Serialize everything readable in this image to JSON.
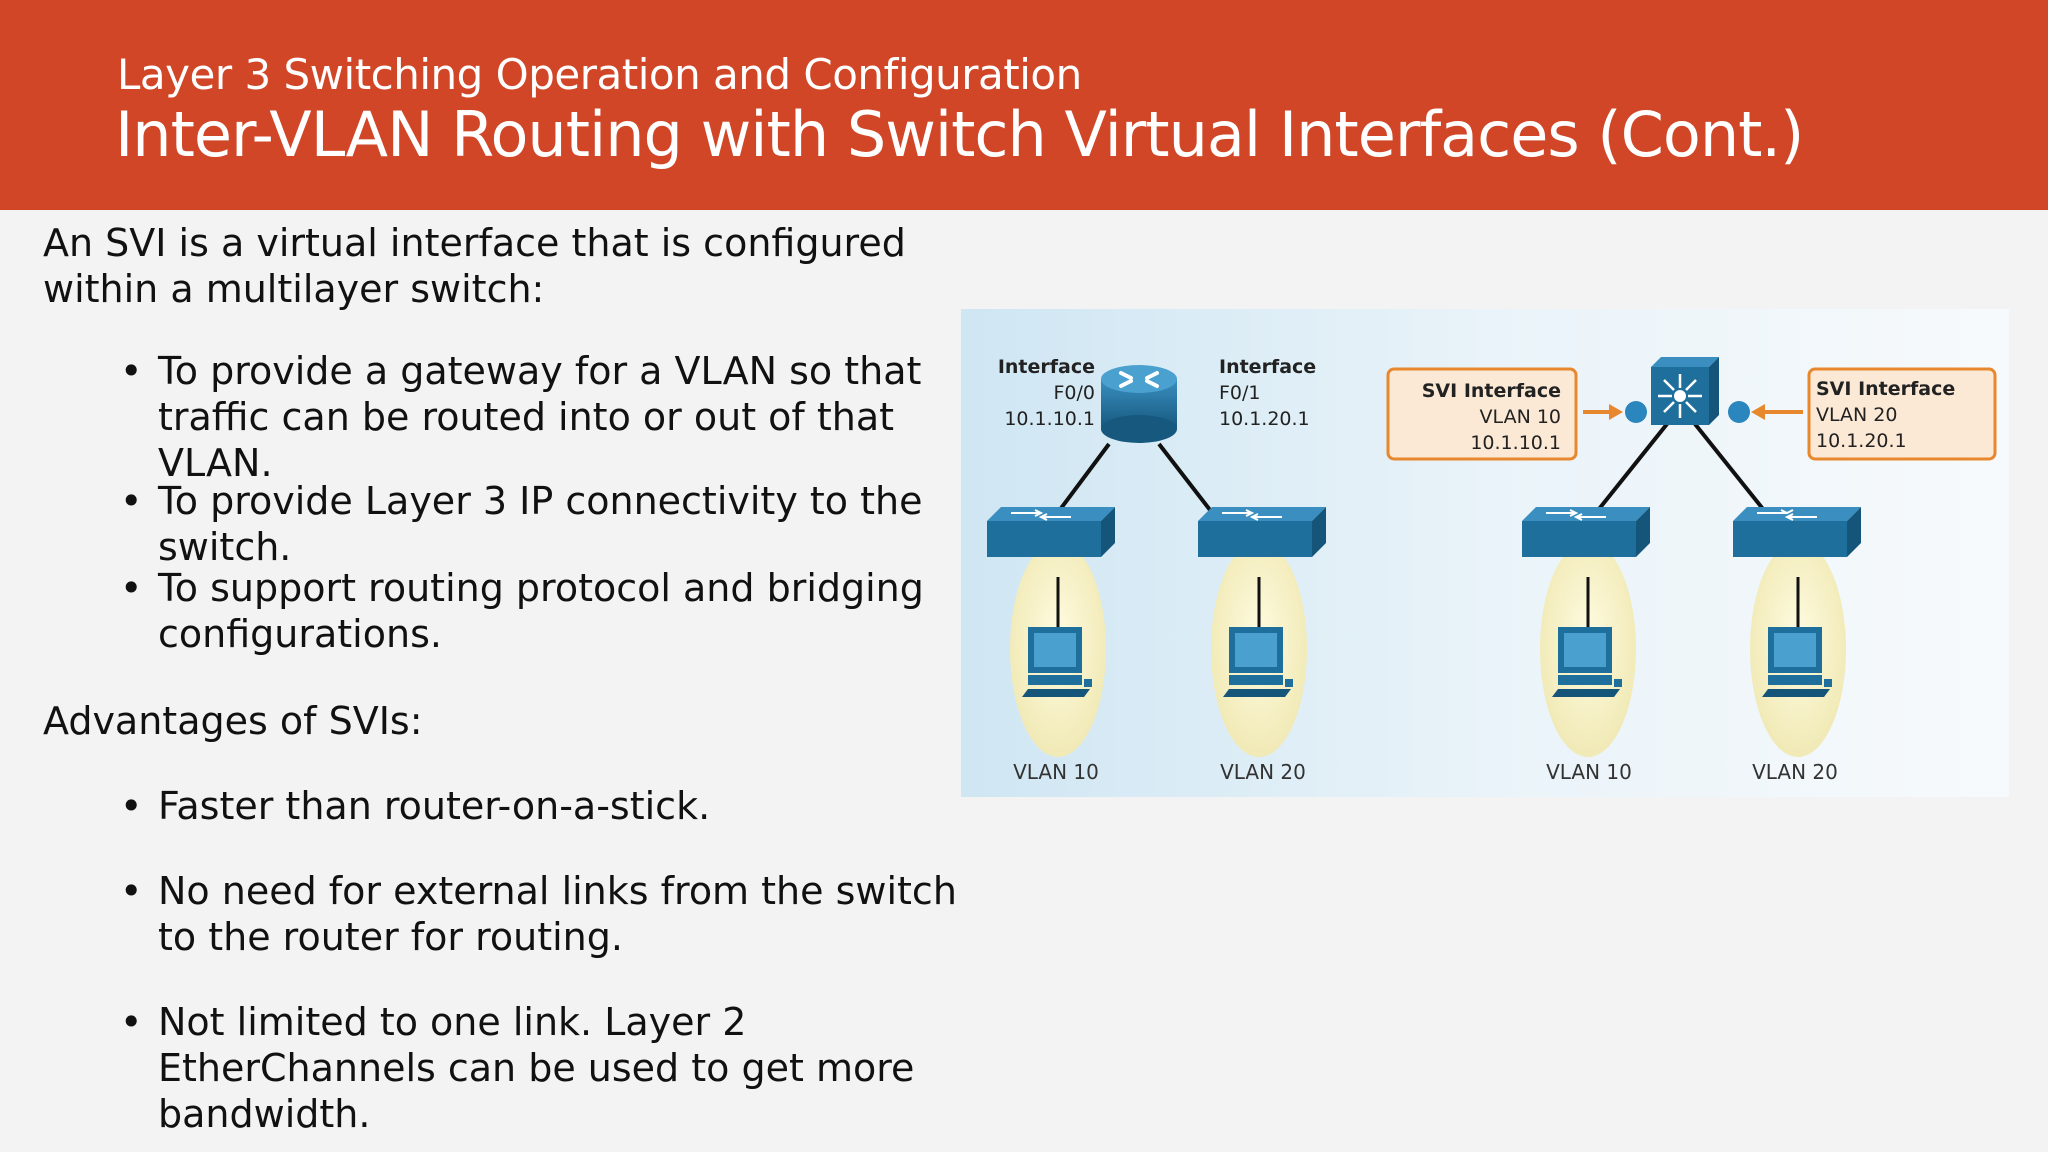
{
  "header": {
    "subtitle": "Layer 3 Switching Operation and Configuration",
    "title": "Inter-VLAN Routing with Switch Virtual Interfaces (Cont.)"
  },
  "body": {
    "intro": "An SVI is a virtual interface that is configured within a multilayer switch:",
    "intro_bullets": [
      "To provide a gateway for a VLAN so that traffic can be routed into or out of that VLAN.",
      "To provide Layer 3 IP connectivity to the switch.",
      "To support routing protocol and bridging configurations."
    ],
    "advantages_heading": "Advantages of SVIs:",
    "advantage_bullets": [
      "Faster than router-on-a-stick.",
      "No need for external links from the switch to the router for routing.",
      "Not limited to one link. Layer 2 EtherChannels can be used to get more bandwidth."
    ]
  },
  "diagram": {
    "router_left_iface": {
      "line1": "Interface",
      "line2": "F0/0",
      "line3": "10.1.10.1"
    },
    "router_right_iface": {
      "line1": "Interface",
      "line2": "F0/1",
      "line3": "10.1.20.1"
    },
    "svi_left": {
      "line1": "SVI Interface",
      "line2": "VLAN 10",
      "line3": "10.1.10.1"
    },
    "svi_right": {
      "line1": "SVI Interface",
      "line2": "VLAN 20",
      "line3": "10.1.20.1"
    },
    "vlan_labels": [
      "VLAN 10",
      "VLAN 20",
      "VLAN 10",
      "VLAN 20"
    ],
    "colors": {
      "header_bg": "#d04627",
      "device_blue": "#1f6f9c",
      "callout_orange": "#e8882e",
      "callout_fill": "#fbe9d6",
      "vlan_ellipse": "#f7f2c8"
    }
  }
}
